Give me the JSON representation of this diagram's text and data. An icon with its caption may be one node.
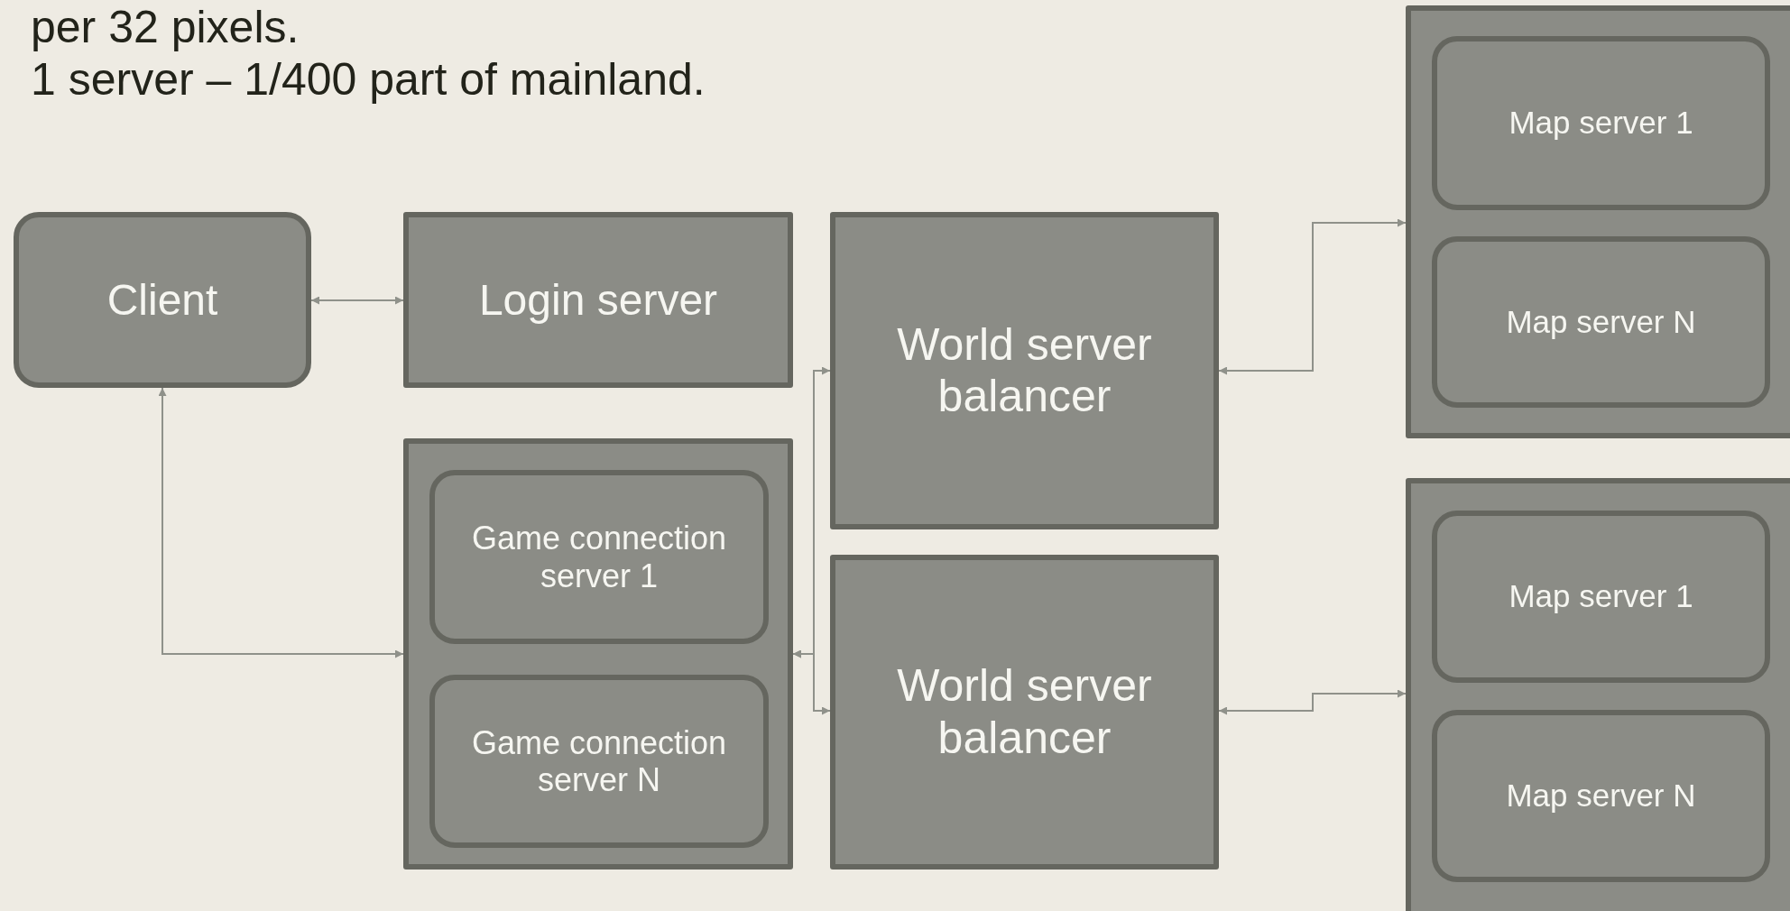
{
  "diagram": {
    "nodes": [
      {
        "text": [
          "Client"
        ]
      },
      {
        "text": [
          "Login server"
        ]
      },
      {
        "text": [],
        "shape": "box"
      },
      {
        "text": [
          "Game connection server 1"
        ],
        "in": 2
      },
      {
        "text": [
          "Game connection server N"
        ],
        "in": 2
      },
      {
        "text": [
          "World server balancer"
        ]
      },
      {
        "text": [
          "World server balancer"
        ]
      },
      {
        "text": [],
        "shape": "box"
      },
      {
        "text": [
          "Map server 1"
        ],
        "in": 7
      },
      {
        "text": [
          "Map server N"
        ],
        "in": 7
      },
      {
        "text": [],
        "shape": "box"
      },
      {
        "text": [
          "Map server 1"
        ],
        "in": 10
      },
      {
        "text": [
          "Map server N"
        ],
        "in": 10
      }
    ],
    "edges": [
      {
        "from": 0,
        "to": 1,
        "arrow": "both"
      },
      {
        "from": 0,
        "to": 2,
        "arrow": "both"
      },
      {
        "from": 2,
        "to": 5,
        "arrow": "both"
      },
      {
        "from": 2,
        "to": 6,
        "arrow": "both"
      },
      {
        "from": 5,
        "to": 7,
        "arrow": "both"
      },
      {
        "from": 6,
        "to": 10,
        "arrow": "both"
      }
    ],
    "labels": [
      "per 32 pixels.",
      "1 server – 1/400 part of mainland."
    ]
  }
}
